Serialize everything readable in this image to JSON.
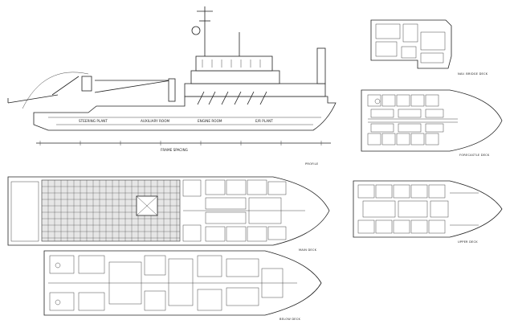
{
  "drawing": {
    "views": [
      {
        "id": "profile",
        "title": "PROFILE"
      },
      {
        "id": "nav-bridge",
        "title": "NAV. BRIDGE DECK"
      },
      {
        "id": "forecastle",
        "title": "FORECASTLE DECK"
      },
      {
        "id": "main-deck",
        "title": "MAIN DECK"
      },
      {
        "id": "upper-deck",
        "title": "UPPER DECK"
      },
      {
        "id": "below-deck",
        "title": "BELOW DECK"
      }
    ],
    "profile_labels": {
      "frame_spacing": "FRAME SPACING",
      "plant_1": "STEERING PLANT",
      "plant_2": "AUXILIARY ROOM",
      "plant_3": "ENGINE ROOM",
      "plant_4": "E/R PLANT"
    },
    "colors": {
      "line": "#222222",
      "background": "#ffffff"
    }
  }
}
